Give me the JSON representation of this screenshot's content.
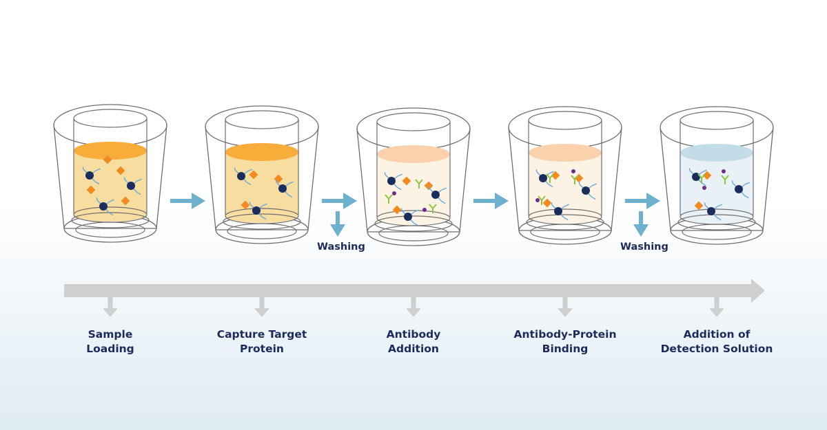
{
  "steps": [
    {
      "line1": "Sample",
      "line2": "Loading",
      "liquid_side": "#f8dda1",
      "liquid_top": "#f8ac3a",
      "markers": [
        "blue",
        "blue",
        "blue",
        "orange",
        "orange",
        "orange",
        "orange"
      ]
    },
    {
      "line1": "Capture Target",
      "line2": "Protein",
      "liquid_side": "#f8dda1",
      "liquid_top": "#f8ac3a",
      "markers": [
        "blue",
        "blue",
        "blue",
        "orange",
        "orange",
        "orange"
      ]
    },
    {
      "line1": "Antibody",
      "line2": "Addition",
      "liquid_side": "#fdf3e4",
      "liquid_top": "#f9d1ac",
      "markers": [
        "blue",
        "blue",
        "blue",
        "orange",
        "orange",
        "orange",
        "green",
        "purple",
        "purple"
      ]
    },
    {
      "line1": "Antibody-Protein",
      "line2": "Binding",
      "liquid_side": "#fdf3e4",
      "liquid_top": "#f9d1ac",
      "markers": [
        "blue",
        "blue",
        "blue",
        "orange",
        "orange",
        "orange",
        "green",
        "purple",
        "purple"
      ]
    },
    {
      "line1": "Addition of",
      "line2": "Detection Solution",
      "liquid_side": "#e9f1f6",
      "liquid_top": "#c3dde8",
      "markers": [
        "blue",
        "blue",
        "blue",
        "orange",
        "orange",
        "green",
        "purple",
        "purple"
      ]
    }
  ],
  "washing": [
    {
      "label": "Washing",
      "after_step": 2
    },
    {
      "label": "Washing",
      "after_step": 4
    }
  ],
  "colors": {
    "arrow": "#6db1cf",
    "timeline": "#cfcfcf",
    "cup_outline": "#6e6e6e",
    "text": "#1c2b5a",
    "cell": "#1b2d5c",
    "protein": "#f28a1f",
    "antibody_capture": "#6aaad8",
    "antibody_detect": "#8cc63f",
    "label_dot": "#6b2d8e"
  }
}
